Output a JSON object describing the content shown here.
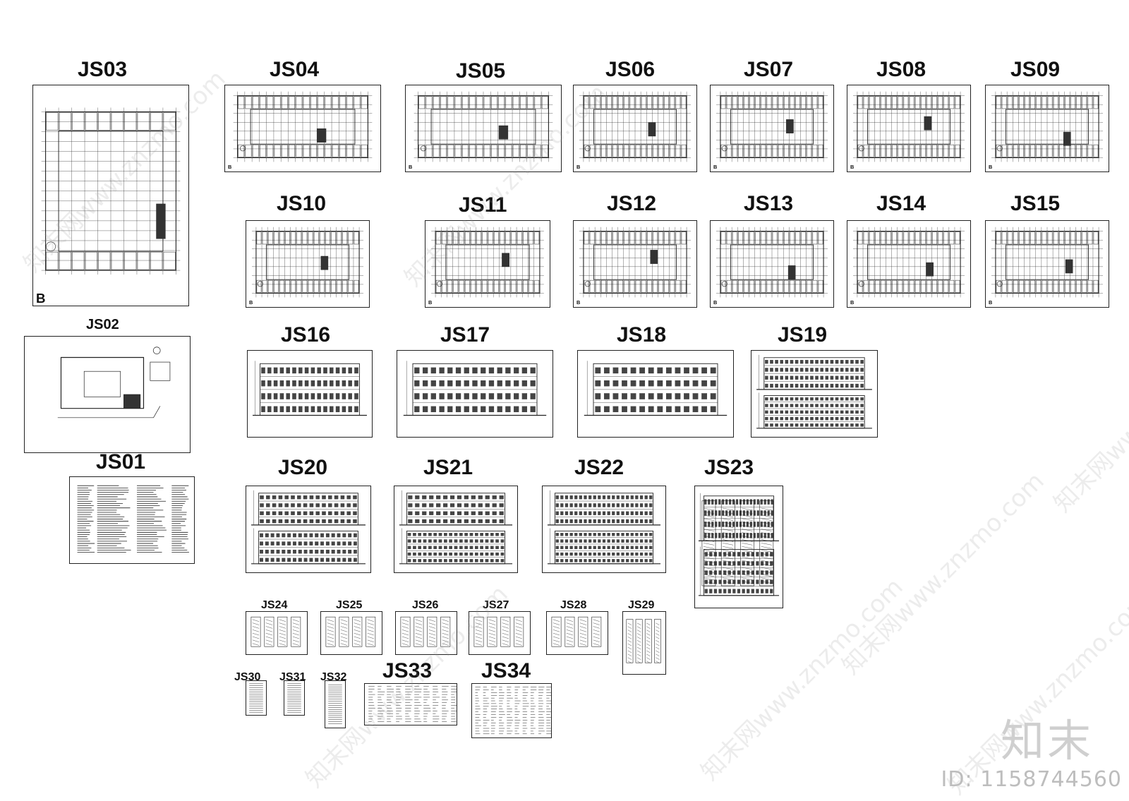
{
  "brand": {
    "logo_text": "知末",
    "id_text": "ID: 1158744560",
    "watermark_text": "知末网www.znzmo.com"
  },
  "sheets": [
    {
      "id": "JS01",
      "kind": "notes",
      "label": "JS01"
    },
    {
      "id": "JS02",
      "kind": "site",
      "label": "JS02"
    },
    {
      "id": "JS03",
      "kind": "plan-tall",
      "label": "JS03"
    },
    {
      "id": "JS04",
      "kind": "plan-a",
      "label": "JS04"
    },
    {
      "id": "JS05",
      "kind": "plan-a",
      "label": "JS05"
    },
    {
      "id": "JS06",
      "kind": "plan-a",
      "label": "JS06"
    },
    {
      "id": "JS07",
      "kind": "plan-a",
      "label": "JS07"
    },
    {
      "id": "JS08",
      "kind": "plan-a",
      "label": "JS08"
    },
    {
      "id": "JS09",
      "kind": "plan-a",
      "label": "JS09"
    },
    {
      "id": "JS10",
      "kind": "plan-b",
      "label": "JS10"
    },
    {
      "id": "JS11",
      "kind": "plan-b",
      "label": "JS11"
    },
    {
      "id": "JS12",
      "kind": "plan-b",
      "label": "JS12"
    },
    {
      "id": "JS13",
      "kind": "plan-b",
      "label": "JS13"
    },
    {
      "id": "JS14",
      "kind": "plan-b",
      "label": "JS14"
    },
    {
      "id": "JS15",
      "kind": "plan-b",
      "label": "JS15"
    },
    {
      "id": "JS16",
      "kind": "elev",
      "label": "JS16"
    },
    {
      "id": "JS17",
      "kind": "elev",
      "label": "JS17"
    },
    {
      "id": "JS18",
      "kind": "elev",
      "label": "JS18"
    },
    {
      "id": "JS19",
      "kind": "elev2",
      "label": "JS19"
    },
    {
      "id": "JS20",
      "kind": "elev2",
      "label": "JS20"
    },
    {
      "id": "JS21",
      "kind": "elev2",
      "label": "JS21"
    },
    {
      "id": "JS22",
      "kind": "elev2",
      "label": "JS22"
    },
    {
      "id": "JS23",
      "kind": "section",
      "label": "JS23"
    },
    {
      "id": "JS24",
      "kind": "detail",
      "label": "JS24"
    },
    {
      "id": "JS25",
      "kind": "detail",
      "label": "JS25"
    },
    {
      "id": "JS26",
      "kind": "detail",
      "label": "JS26"
    },
    {
      "id": "JS27",
      "kind": "detail",
      "label": "JS27"
    },
    {
      "id": "JS28",
      "kind": "detail",
      "label": "JS28"
    },
    {
      "id": "JS29",
      "kind": "detail",
      "label": "JS29"
    },
    {
      "id": "JS30",
      "kind": "strip",
      "label": "JS30"
    },
    {
      "id": "JS31",
      "kind": "strip",
      "label": "JS31"
    },
    {
      "id": "JS32",
      "kind": "strip",
      "label": "JS32"
    },
    {
      "id": "JS33",
      "kind": "table",
      "label": "JS33"
    },
    {
      "id": "JS34",
      "kind": "table",
      "label": "JS34"
    }
  ]
}
